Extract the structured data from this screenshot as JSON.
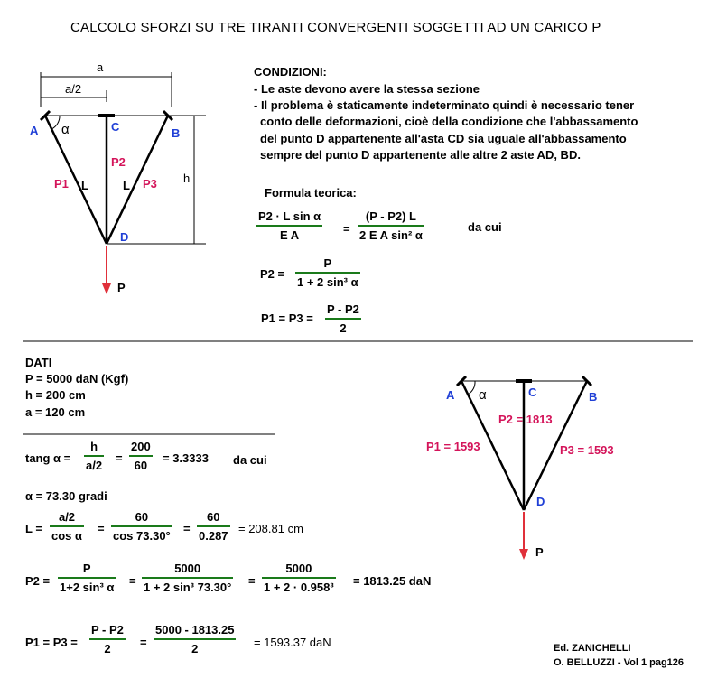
{
  "title": "CALCOLO SFORZI SU TRE TIRANTI CONVERGENTI SOGGETTI AD UN CARICO  P",
  "diagram1": {
    "dim_a": "a",
    "dim_a2": "a/2",
    "dim_h": "h",
    "A": "A",
    "B": "B",
    "C": "C",
    "D": "D",
    "alpha": "α",
    "P1": "P1",
    "P2": "P2",
    "P3": "P3",
    "L_left": "L",
    "L_right": "L",
    "P": "P"
  },
  "conditions": {
    "heading": "CONDIZIONI:",
    "line1": "- Le aste devono avere la stessa sezione",
    "line2": "- Il problema è staticamente indeterminato quindi è necessario tener",
    "line3": "conto delle deformazioni, cioè della condizione che l'abbassamento",
    "line4": "del punto D appartenente all'asta CD sia uguale all'abbassamento",
    "line5": "sempre del punto D appartenente alle altre 2 aste AD, BD."
  },
  "formula": {
    "heading": "Formula teorica:",
    "f1_left_num": "P2 · L sin α",
    "f1_left_den": "E A",
    "eq": "=",
    "f1_right_num": "(P - P2) L",
    "f1_right_den": "2 E A sin² α",
    "dacui": "da cui",
    "f2_lhs": "P2 =",
    "f2_num": "P",
    "f2_den": "1 + 2 sin³ α",
    "f3_lhs": "P1 = P3 =",
    "f3_num": "P - P2",
    "f3_den": "2"
  },
  "dati": {
    "heading": "DATI",
    "P": "P =  5000  daN (Kgf)",
    "h": "h =  200  cm",
    "a": "a =  120  cm"
  },
  "calc": {
    "tang_lhs": "tang α =",
    "tang_f1_num": "h",
    "tang_f1_den": "a/2",
    "tang_f2_num": "200",
    "tang_f2_den": "60",
    "tang_result": "= 3.3333",
    "tang_dacui": "da cui",
    "alpha_line": "α = 73.30 gradi",
    "L_lhs": "L =",
    "L_f1_num": "a/2",
    "L_f1_den": "cos α",
    "L_f2_num": "60",
    "L_f2_den": "cos 73.30°",
    "L_f3_num": "60",
    "L_f3_den": "0.287",
    "L_result": "= 208.81  cm",
    "P2_lhs": "P2 =",
    "P2_f1_num": "P",
    "P2_f1_den": "1+2 sin³ α",
    "P2_f2_num": "5000",
    "P2_f2_den": "1 + 2 sin³ 73.30°",
    "P2_f3_num": "5000",
    "P2_f3_den": "1 + 2 · 0.958³",
    "P2_result": "= 1813.25  daN",
    "P1_lhs": "P1 = P3 =",
    "P1_f1_num": "P - P2",
    "P1_f1_den": "2",
    "P1_f2_num": "5000 - 1813.25",
    "P1_f2_den": "2",
    "P1_result": "= 1593.37  daN"
  },
  "diagram2": {
    "A": "A",
    "B": "B",
    "C": "C",
    "D": "D",
    "alpha": "α",
    "P2": "P2 = 1813",
    "P1": "P1 = 1593",
    "P3": "P3 = 1593",
    "P": "P"
  },
  "credits": {
    "line1": "Ed. ZANICHELLI",
    "line2": "O. BELLUZZI - Vol 1 pag126"
  },
  "colors": {
    "label_blue": "#1f3fd6",
    "force_magenta": "#d4145a",
    "arrow_red": "#e0303a",
    "fraction_green": "#1a7a1a"
  }
}
